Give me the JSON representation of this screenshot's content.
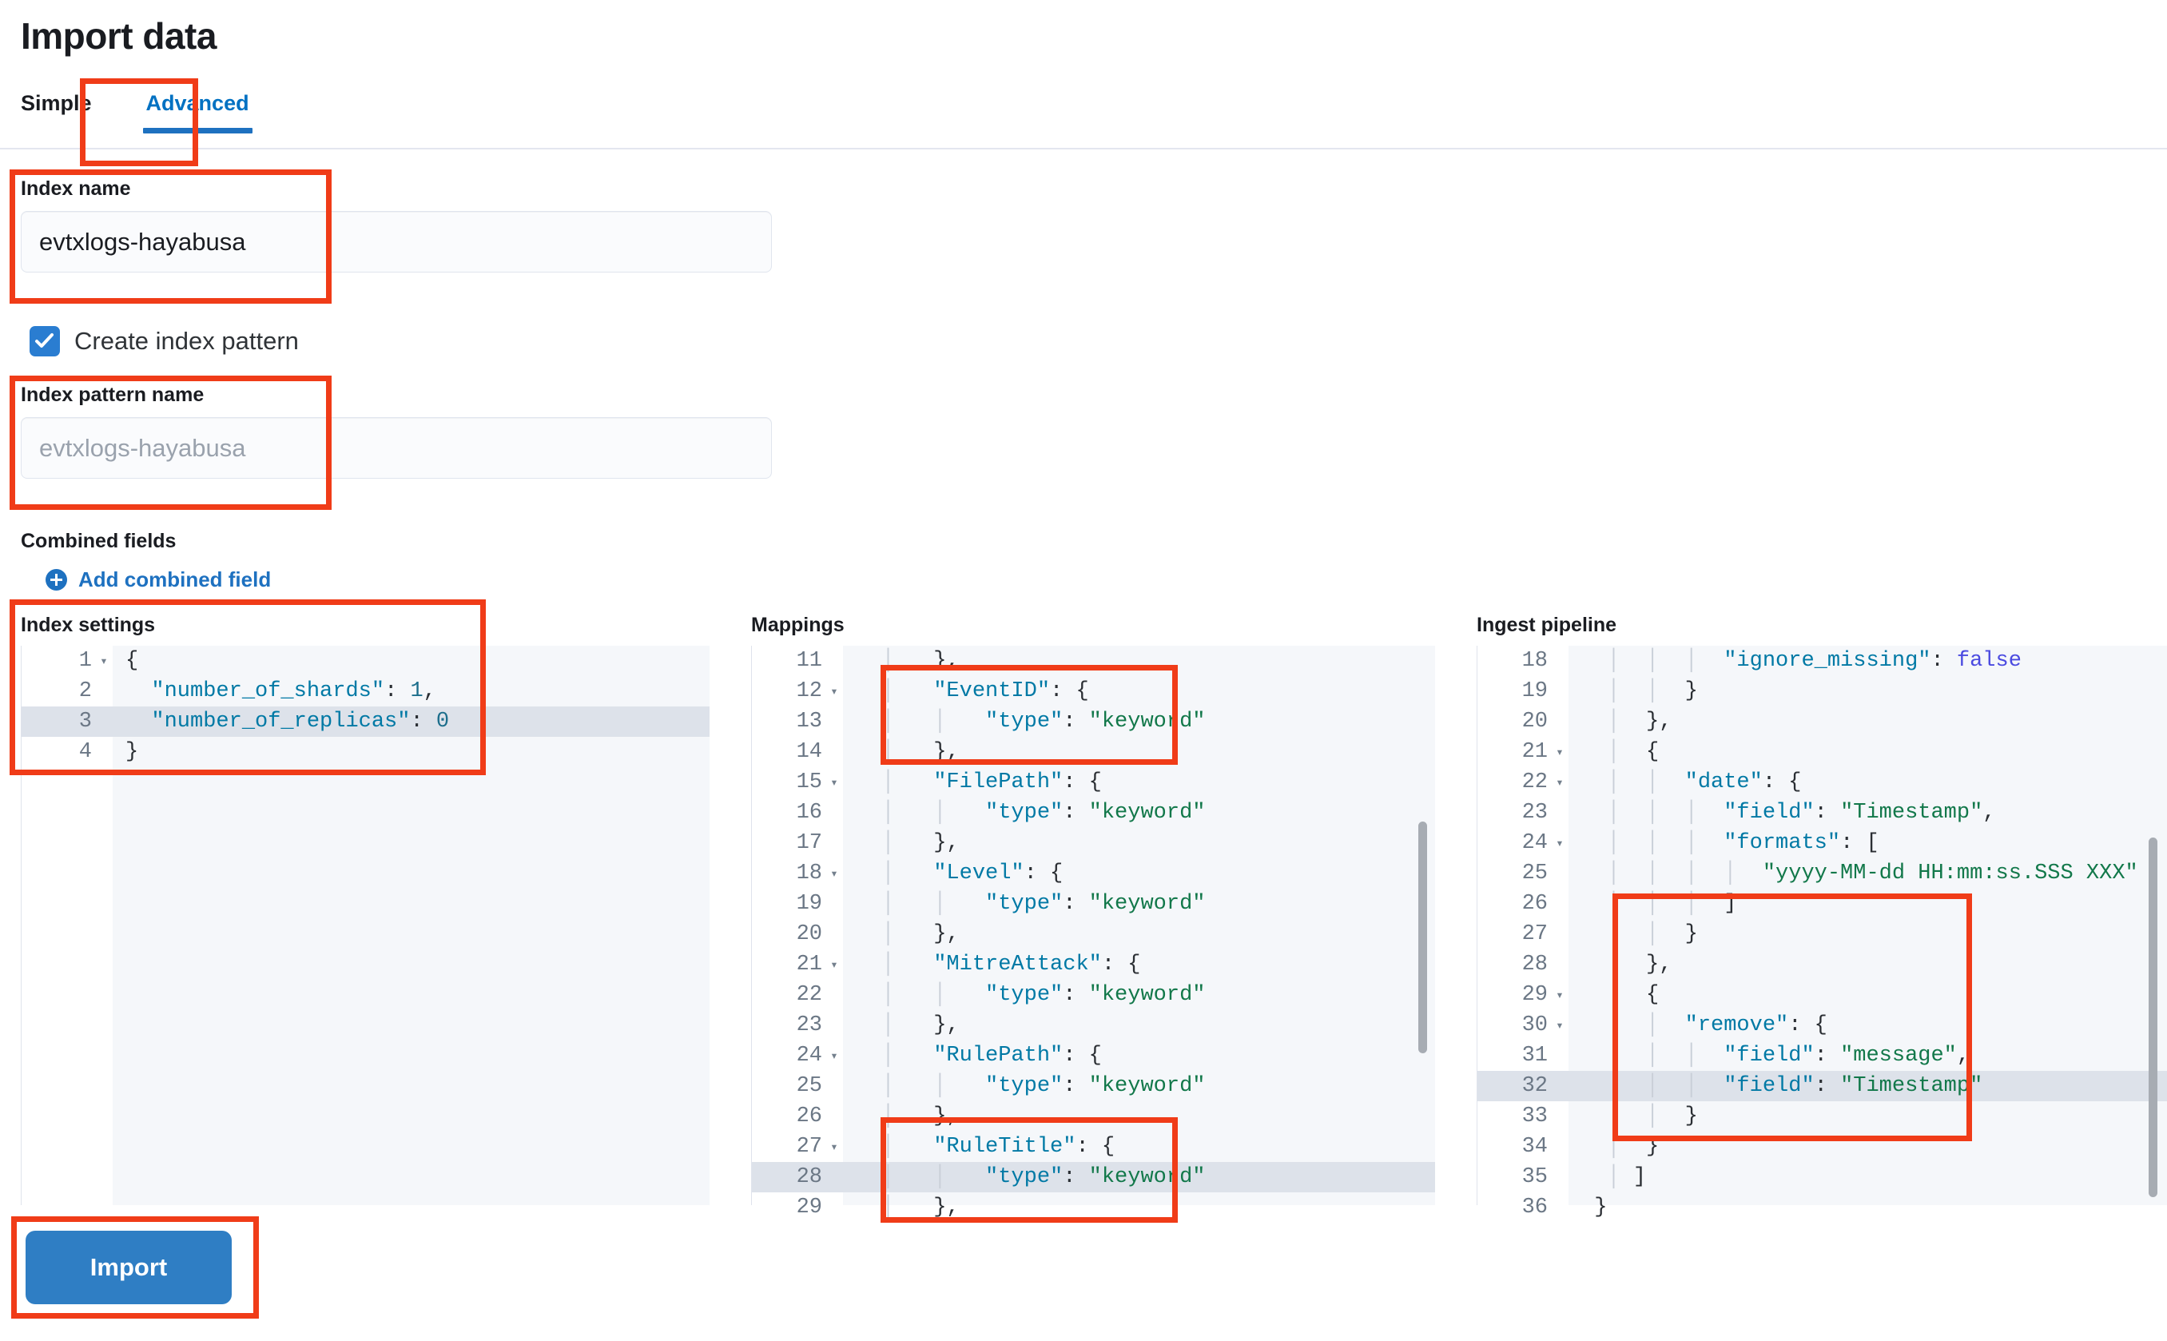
{
  "header": {
    "title": "Import data",
    "tabs": [
      {
        "label": "Simple",
        "active": false
      },
      {
        "label": "Advanced",
        "active": true
      }
    ]
  },
  "form": {
    "index_name": {
      "label": "Index name",
      "value": "evtxlogs-hayabusa",
      "placeholder": ""
    },
    "create_index_pattern": {
      "label": "Create index pattern",
      "checked": true
    },
    "index_pattern_name": {
      "label": "Index pattern name",
      "value": "",
      "placeholder": "evtxlogs-hayabusa"
    },
    "combined_fields": {
      "label": "Combined fields",
      "add_label": "Add combined field"
    }
  },
  "editors": {
    "index_settings": {
      "title": "Index settings",
      "lines": [
        {
          "num": "1",
          "fold": true,
          "hl": false,
          "tokens": [
            {
              "t": "{",
              "c": "p"
            }
          ]
        },
        {
          "num": "2",
          "fold": false,
          "hl": false,
          "tokens": [
            {
              "t": "  \"number_of_shards\"",
              "c": "k"
            },
            {
              "t": ": ",
              "c": "p"
            },
            {
              "t": "1",
              "c": "n"
            },
            {
              "t": ",",
              "c": "p"
            }
          ]
        },
        {
          "num": "3",
          "fold": false,
          "hl": true,
          "tokens": [
            {
              "t": "  \"number_of_replicas\"",
              "c": "k"
            },
            {
              "t": ": ",
              "c": "p"
            },
            {
              "t": "0",
              "c": "n"
            }
          ]
        },
        {
          "num": "4",
          "fold": false,
          "hl": false,
          "tokens": [
            {
              "t": "}",
              "c": "p"
            }
          ]
        }
      ]
    },
    "mappings": {
      "title": "Mappings",
      "lines": [
        {
          "num": "11",
          "fold": false,
          "hl": false,
          "tokens": [
            {
              "t": "  │   ",
              "c": "ind"
            },
            {
              "t": "},",
              "c": "p"
            }
          ]
        },
        {
          "num": "12",
          "fold": true,
          "hl": false,
          "tokens": [
            {
              "t": "  │   ",
              "c": "ind"
            },
            {
              "t": "\"EventID\"",
              "c": "k"
            },
            {
              "t": ": {",
              "c": "p"
            }
          ]
        },
        {
          "num": "13",
          "fold": false,
          "hl": false,
          "tokens": [
            {
              "t": "  │   │ ",
              "c": "ind"
            },
            {
              "t": "  \"type\"",
              "c": "k"
            },
            {
              "t": ": ",
              "c": "p"
            },
            {
              "t": "\"keyword\"",
              "c": "s"
            }
          ]
        },
        {
          "num": "14",
          "fold": false,
          "hl": false,
          "tokens": [
            {
              "t": "  │   ",
              "c": "ind"
            },
            {
              "t": "},",
              "c": "p"
            }
          ]
        },
        {
          "num": "15",
          "fold": true,
          "hl": false,
          "tokens": [
            {
              "t": "  │   ",
              "c": "ind"
            },
            {
              "t": "\"FilePath\"",
              "c": "k"
            },
            {
              "t": ": {",
              "c": "p"
            }
          ]
        },
        {
          "num": "16",
          "fold": false,
          "hl": false,
          "tokens": [
            {
              "t": "  │   │ ",
              "c": "ind"
            },
            {
              "t": "  \"type\"",
              "c": "k"
            },
            {
              "t": ": ",
              "c": "p"
            },
            {
              "t": "\"keyword\"",
              "c": "s"
            }
          ]
        },
        {
          "num": "17",
          "fold": false,
          "hl": false,
          "tokens": [
            {
              "t": "  │   ",
              "c": "ind"
            },
            {
              "t": "},",
              "c": "p"
            }
          ]
        },
        {
          "num": "18",
          "fold": true,
          "hl": false,
          "tokens": [
            {
              "t": "  │   ",
              "c": "ind"
            },
            {
              "t": "\"Level\"",
              "c": "k"
            },
            {
              "t": ": {",
              "c": "p"
            }
          ]
        },
        {
          "num": "19",
          "fold": false,
          "hl": false,
          "tokens": [
            {
              "t": "  │   │ ",
              "c": "ind"
            },
            {
              "t": "  \"type\"",
              "c": "k"
            },
            {
              "t": ": ",
              "c": "p"
            },
            {
              "t": "\"keyword\"",
              "c": "s"
            }
          ]
        },
        {
          "num": "20",
          "fold": false,
          "hl": false,
          "tokens": [
            {
              "t": "  │   ",
              "c": "ind"
            },
            {
              "t": "},",
              "c": "p"
            }
          ]
        },
        {
          "num": "21",
          "fold": true,
          "hl": false,
          "tokens": [
            {
              "t": "  │   ",
              "c": "ind"
            },
            {
              "t": "\"MitreAttack\"",
              "c": "k"
            },
            {
              "t": ": {",
              "c": "p"
            }
          ]
        },
        {
          "num": "22",
          "fold": false,
          "hl": false,
          "tokens": [
            {
              "t": "  │   │ ",
              "c": "ind"
            },
            {
              "t": "  \"type\"",
              "c": "k"
            },
            {
              "t": ": ",
              "c": "p"
            },
            {
              "t": "\"keyword\"",
              "c": "s"
            }
          ]
        },
        {
          "num": "23",
          "fold": false,
          "hl": false,
          "tokens": [
            {
              "t": "  │   ",
              "c": "ind"
            },
            {
              "t": "},",
              "c": "p"
            }
          ]
        },
        {
          "num": "24",
          "fold": true,
          "hl": false,
          "tokens": [
            {
              "t": "  │   ",
              "c": "ind"
            },
            {
              "t": "\"RulePath\"",
              "c": "k"
            },
            {
              "t": ": {",
              "c": "p"
            }
          ]
        },
        {
          "num": "25",
          "fold": false,
          "hl": false,
          "tokens": [
            {
              "t": "  │   │ ",
              "c": "ind"
            },
            {
              "t": "  \"type\"",
              "c": "k"
            },
            {
              "t": ": ",
              "c": "p"
            },
            {
              "t": "\"keyword\"",
              "c": "s"
            }
          ]
        },
        {
          "num": "26",
          "fold": false,
          "hl": false,
          "tokens": [
            {
              "t": "  │   ",
              "c": "ind"
            },
            {
              "t": "},",
              "c": "p"
            }
          ]
        },
        {
          "num": "27",
          "fold": true,
          "hl": false,
          "tokens": [
            {
              "t": "  │   ",
              "c": "ind"
            },
            {
              "t": "\"RuleTitle\"",
              "c": "k"
            },
            {
              "t": ": {",
              "c": "p"
            }
          ]
        },
        {
          "num": "28",
          "fold": false,
          "hl": true,
          "tokens": [
            {
              "t": "  │   │ ",
              "c": "ind"
            },
            {
              "t": "  \"type\"",
              "c": "k"
            },
            {
              "t": ": ",
              "c": "p"
            },
            {
              "t": "\"keyword\"",
              "c": "s"
            }
          ]
        },
        {
          "num": "29",
          "fold": false,
          "hl": false,
          "tokens": [
            {
              "t": "  │   ",
              "c": "ind"
            },
            {
              "t": "},",
              "c": "p"
            }
          ]
        }
      ]
    },
    "ingest_pipeline": {
      "title": "Ingest pipeline",
      "lines": [
        {
          "num": "18",
          "fold": false,
          "hl": false,
          "tokens": [
            {
              "t": "  │  │  │ ",
              "c": "ind"
            },
            {
              "t": " \"ignore_missing\"",
              "c": "k"
            },
            {
              "t": ": ",
              "c": "p"
            },
            {
              "t": "false",
              "c": "b"
            }
          ]
        },
        {
          "num": "19",
          "fold": false,
          "hl": false,
          "tokens": [
            {
              "t": "  │  │ ",
              "c": "ind"
            },
            {
              "t": " }",
              "c": "p"
            }
          ]
        },
        {
          "num": "20",
          "fold": false,
          "hl": false,
          "tokens": [
            {
              "t": "  │ ",
              "c": "ind"
            },
            {
              "t": " },",
              "c": "p"
            }
          ]
        },
        {
          "num": "21",
          "fold": true,
          "hl": false,
          "tokens": [
            {
              "t": "  │ ",
              "c": "ind"
            },
            {
              "t": " {",
              "c": "p"
            }
          ]
        },
        {
          "num": "22",
          "fold": true,
          "hl": false,
          "tokens": [
            {
              "t": "  │  │ ",
              "c": "ind"
            },
            {
              "t": " \"date\"",
              "c": "k"
            },
            {
              "t": ": {",
              "c": "p"
            }
          ]
        },
        {
          "num": "23",
          "fold": false,
          "hl": false,
          "tokens": [
            {
              "t": "  │  │  │ ",
              "c": "ind"
            },
            {
              "t": " \"field\"",
              "c": "k"
            },
            {
              "t": ": ",
              "c": "p"
            },
            {
              "t": "\"Timestamp\"",
              "c": "s"
            },
            {
              "t": ",",
              "c": "p"
            }
          ]
        },
        {
          "num": "24",
          "fold": true,
          "hl": false,
          "tokens": [
            {
              "t": "  │  │  │ ",
              "c": "ind"
            },
            {
              "t": " \"formats\"",
              "c": "k"
            },
            {
              "t": ": [",
              "c": "p"
            }
          ]
        },
        {
          "num": "25",
          "fold": false,
          "hl": false,
          "tokens": [
            {
              "t": "  │  │  │  │ ",
              "c": "ind"
            },
            {
              "t": " ",
              "c": "p"
            },
            {
              "t": "\"yyyy-MM-dd HH:mm:ss.SSS XXX\"",
              "c": "s"
            }
          ]
        },
        {
          "num": "26",
          "fold": false,
          "hl": false,
          "tokens": [
            {
              "t": "  │  │  │ ",
              "c": "ind"
            },
            {
              "t": " ]",
              "c": "p"
            }
          ]
        },
        {
          "num": "27",
          "fold": false,
          "hl": false,
          "tokens": [
            {
              "t": "  │  │ ",
              "c": "ind"
            },
            {
              "t": " }",
              "c": "p"
            }
          ]
        },
        {
          "num": "28",
          "fold": false,
          "hl": false,
          "tokens": [
            {
              "t": "  │ ",
              "c": "ind"
            },
            {
              "t": " },",
              "c": "p"
            }
          ]
        },
        {
          "num": "29",
          "fold": true,
          "hl": false,
          "tokens": [
            {
              "t": "  │ ",
              "c": "ind"
            },
            {
              "t": " {",
              "c": "p"
            }
          ]
        },
        {
          "num": "30",
          "fold": true,
          "hl": false,
          "tokens": [
            {
              "t": "  │  │ ",
              "c": "ind"
            },
            {
              "t": " \"remove\"",
              "c": "k"
            },
            {
              "t": ": {",
              "c": "p"
            }
          ]
        },
        {
          "num": "31",
          "fold": false,
          "hl": false,
          "tokens": [
            {
              "t": "  │  │  │ ",
              "c": "ind"
            },
            {
              "t": " \"field\"",
              "c": "k"
            },
            {
              "t": ": ",
              "c": "p"
            },
            {
              "t": "\"message\"",
              "c": "s"
            },
            {
              "t": ",",
              "c": "p"
            }
          ]
        },
        {
          "num": "32",
          "fold": false,
          "hl": true,
          "tokens": [
            {
              "t": "  │  │  │ ",
              "c": "ind"
            },
            {
              "t": " \"field\"",
              "c": "k"
            },
            {
              "t": ": ",
              "c": "p"
            },
            {
              "t": "\"Timestamp\"",
              "c": "s"
            }
          ]
        },
        {
          "num": "33",
          "fold": false,
          "hl": false,
          "tokens": [
            {
              "t": "  │  │ ",
              "c": "ind"
            },
            {
              "t": " }",
              "c": "p"
            }
          ]
        },
        {
          "num": "34",
          "fold": false,
          "hl": false,
          "tokens": [
            {
              "t": "  │ ",
              "c": "ind"
            },
            {
              "t": " }",
              "c": "p"
            }
          ]
        },
        {
          "num": "35",
          "fold": false,
          "hl": false,
          "tokens": [
            {
              "t": "  │ ",
              "c": "ind"
            },
            {
              "t": "]",
              "c": "p"
            }
          ]
        },
        {
          "num": "36",
          "fold": false,
          "hl": false,
          "tokens": [
            {
              "t": " ",
              "c": "ind"
            },
            {
              "t": "}",
              "c": "p"
            }
          ]
        }
      ]
    }
  },
  "actions": {
    "import_label": "Import"
  },
  "colors": {
    "accent_blue": "#1e71c0",
    "button_blue": "#2f7ec4",
    "annotation_red": "#f03c18",
    "string_green": "#12784a",
    "key_blue": "#0079a5"
  }
}
